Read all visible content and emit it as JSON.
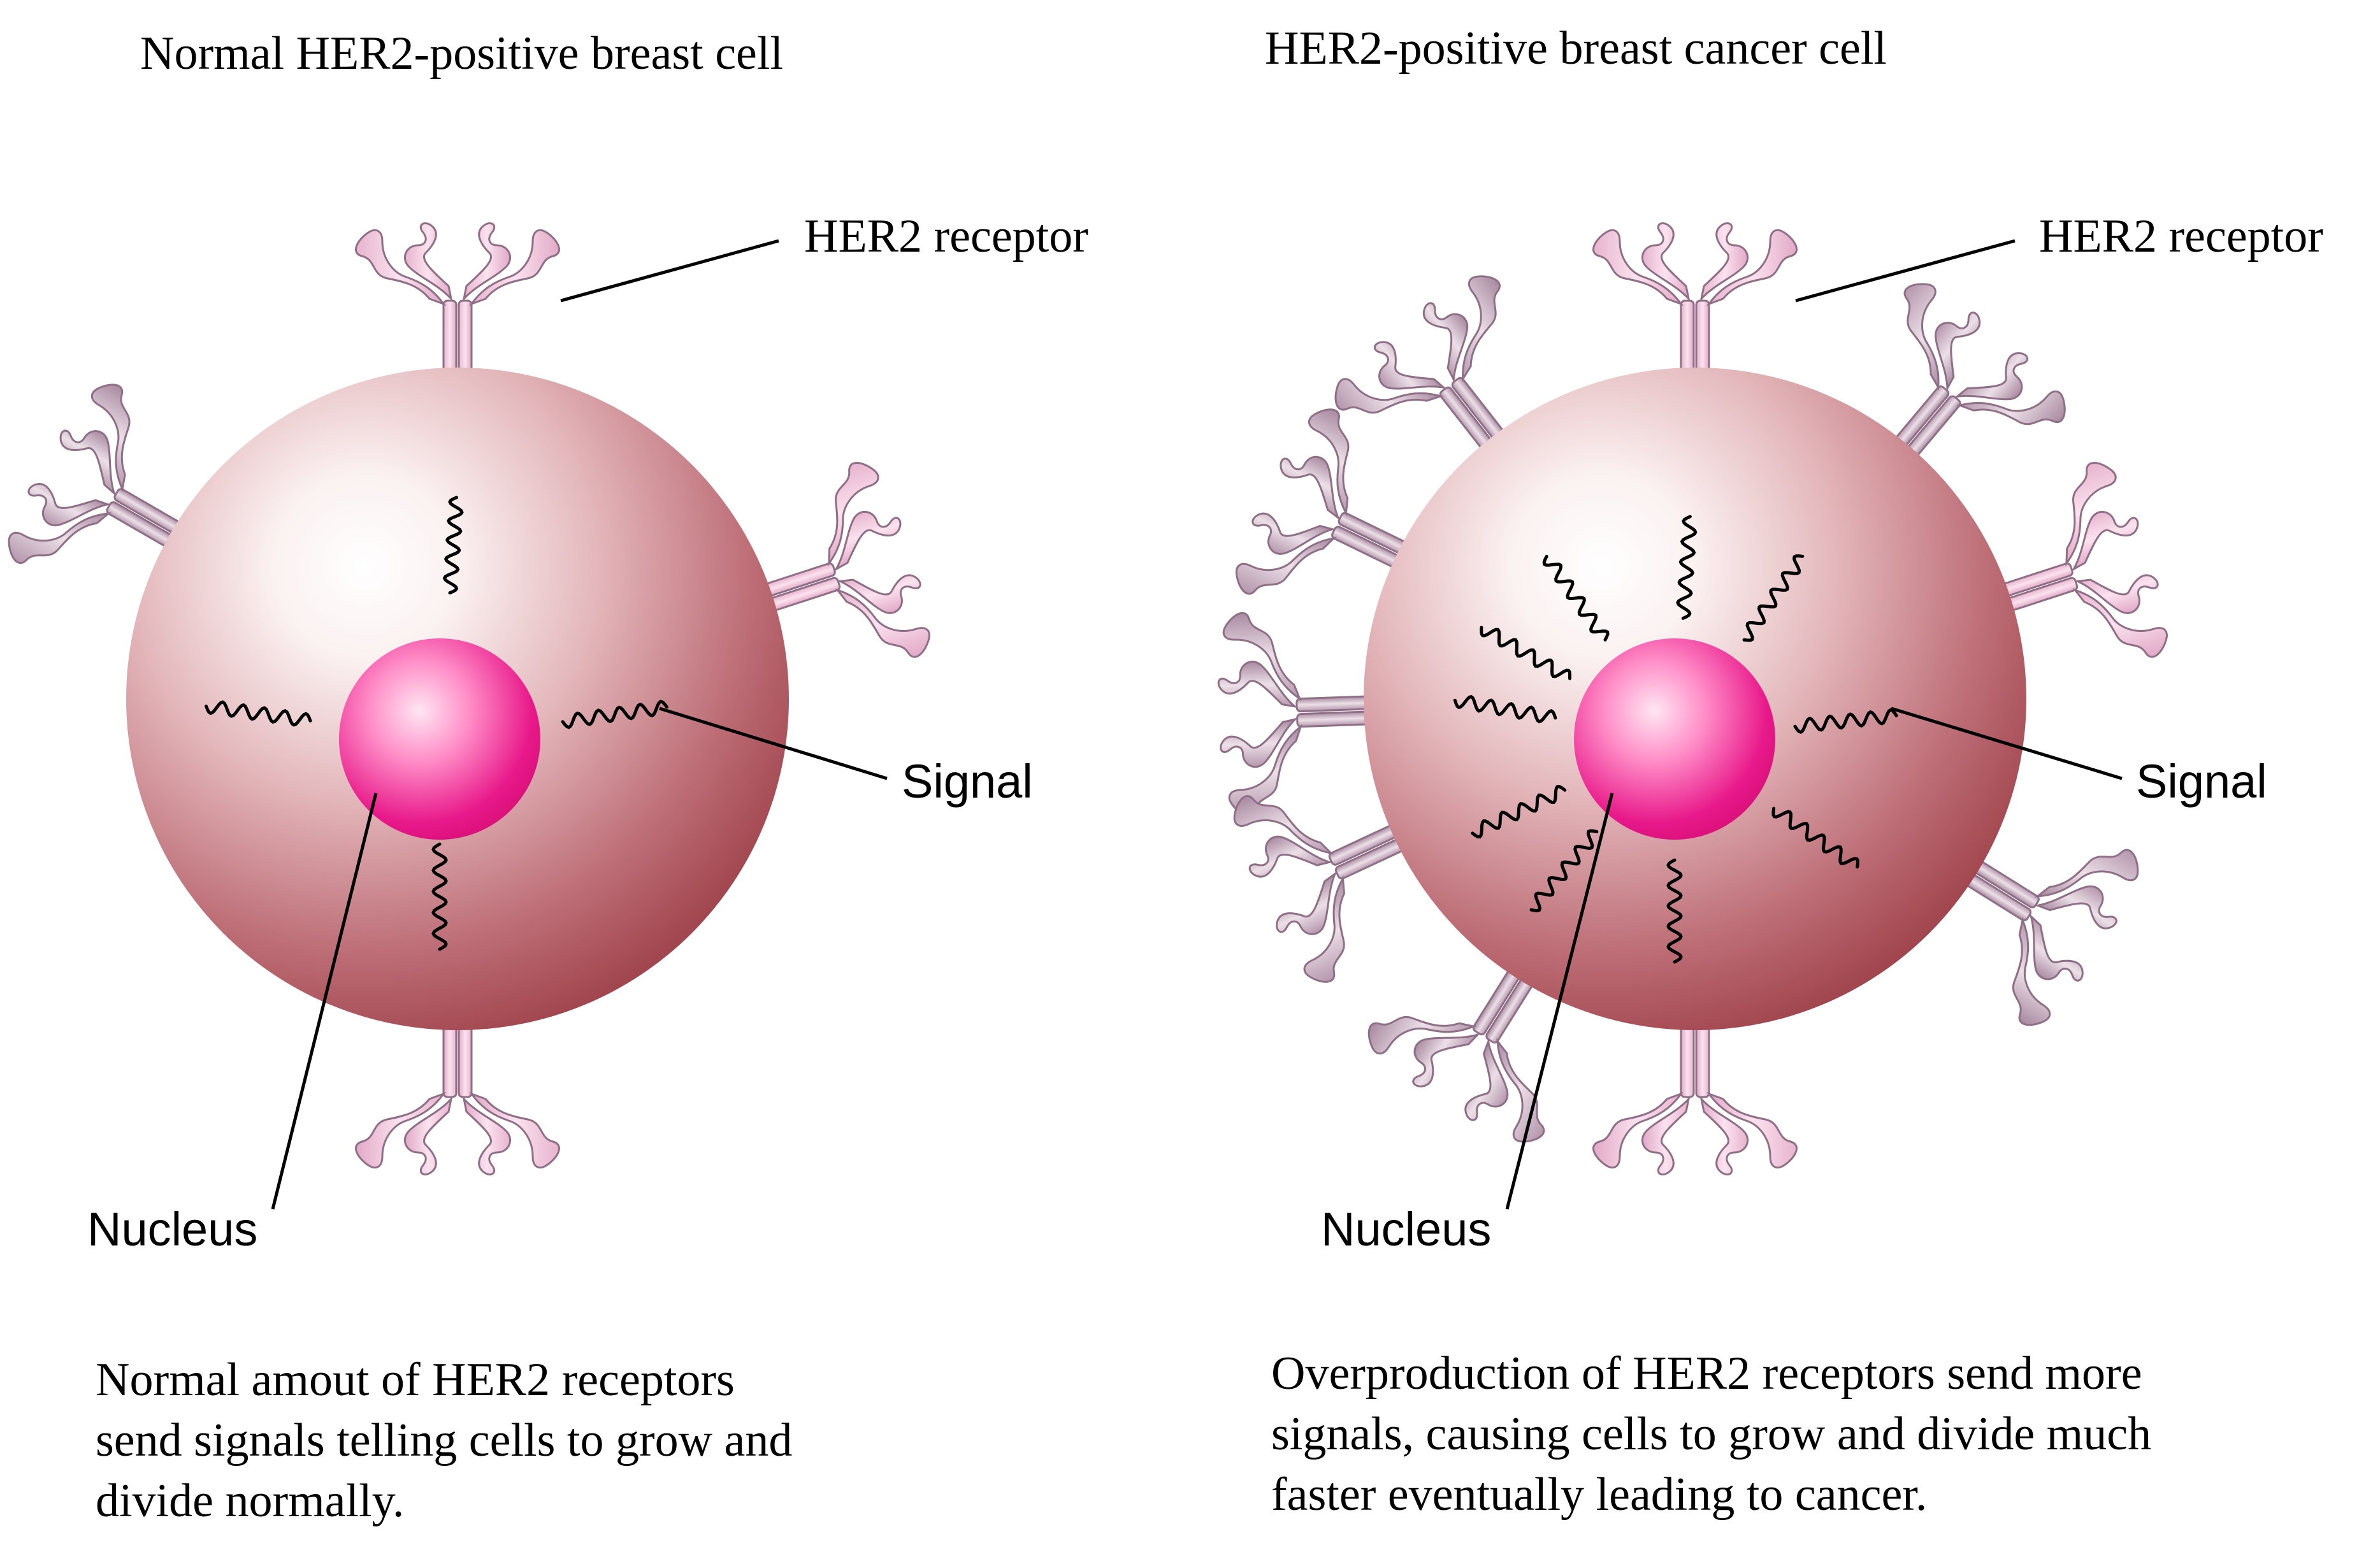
{
  "panels": {
    "normal": {
      "title": "Normal HER2-positive breast cell",
      "receptor_label": "HER2 receptor",
      "signal_label": "Signal",
      "nucleus_label": "Nucleus",
      "caption_lines": [
        "Normal amout of HER2 receptors",
        "send signals telling cells to grow and",
        "divide normally."
      ],
      "receptor_count": 4,
      "signal_count": 4
    },
    "cancer": {
      "title": "HER2-positive breast cancer cell",
      "receptor_label": "HER2 receptor",
      "signal_label": "Signal",
      "nucleus_label": "Nucleus",
      "caption_lines": [
        "Overproduction of HER2 receptors send more",
        "signals, causing cells to grow and divide much",
        "faster eventually leading to cancer."
      ],
      "receptor_count": 10,
      "signal_count": 10
    }
  },
  "colors": {
    "cell_outer": "#9a3b44",
    "cell_inner": "#ffffff",
    "nucleus_core": "#ffd9ee",
    "nucleus_edge": "#e0157f",
    "receptor_light": "#f3c6dc",
    "receptor_dark": "#c8a6bc",
    "receptor_stroke": "#8e6f86"
  }
}
